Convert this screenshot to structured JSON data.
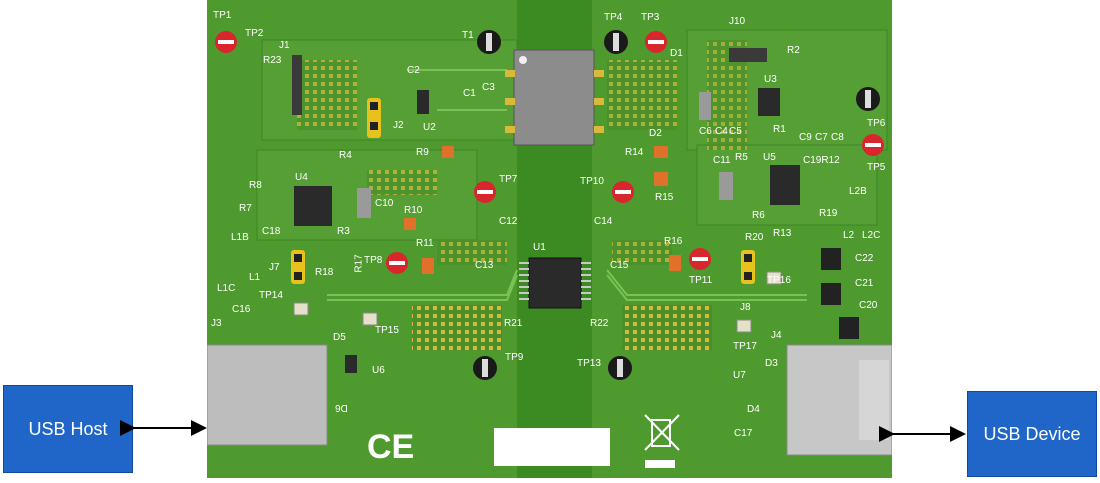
{
  "host_box": {
    "label": "USB Host",
    "color": "#1f66c8"
  },
  "device_box": {
    "label": "USB Device",
    "color": "#1f66c8"
  },
  "board": {
    "color": "#4e9a2f",
    "chip_label": "U1",
    "ce_mark": "CE",
    "labels": {
      "tp1": "TP1",
      "tp2": "TP2",
      "tp3": "TP3",
      "tp4": "TP4",
      "tp5": "TP5",
      "tp6": "TP6",
      "tp7": "TP7",
      "tp8": "TP8",
      "tp9": "TP9",
      "tp10": "TP10",
      "tp11": "TP11",
      "tp13": "TP13",
      "tp14": "TP14",
      "tp15": "TP15",
      "tp16": "TP16",
      "tp17": "TP17",
      "j1": "J1",
      "j2": "J2",
      "j3": "J3",
      "j4": "J4",
      "j7": "J7",
      "j8": "J8",
      "j10": "J10",
      "t1": "T1",
      "d1": "D1",
      "d2": "D2",
      "d3": "D3",
      "d4": "D4",
      "d5": "D5",
      "u2": "U2",
      "u3": "U3",
      "u4": "U4",
      "u5": "U5",
      "u6": "U6",
      "u7": "U7",
      "r1": "R1",
      "r2": "R2",
      "r3": "R3",
      "r4": "R4",
      "r5": "R5",
      "r6": "R6",
      "r7": "R7",
      "r8": "R8",
      "r9": "R9",
      "r10": "R10",
      "r11": "R11",
      "r12": "C19R12",
      "r13": "R13",
      "r14": "R14",
      "r15": "R15",
      "r16": "R16",
      "r17": "R17",
      "r18": "R18",
      "r19": "R19",
      "r20": "R20",
      "r21": "R21",
      "r22": "R22",
      "r23": "R23",
      "c1": "C1",
      "c2": "C2",
      "c3": "C3",
      "c4": "C4",
      "c5": "C5",
      "c6": "C6",
      "c7": "C7",
      "c8": "C8",
      "c9": "C9",
      "c10": "C10",
      "c11": "C11",
      "c12": "C12",
      "c13": "C13",
      "c14": "C14",
      "c15": "C15",
      "c16": "C16",
      "c17": "C17",
      "c18": "C18",
      "c20": "C20",
      "c21": "C21",
      "c22": "C22",
      "l1": "L1",
      "l1b": "L1B",
      "l1c": "L1C",
      "l2": "L2",
      "l2b": "L2B",
      "l2c": "L2C",
      "d6": "D6"
    }
  }
}
